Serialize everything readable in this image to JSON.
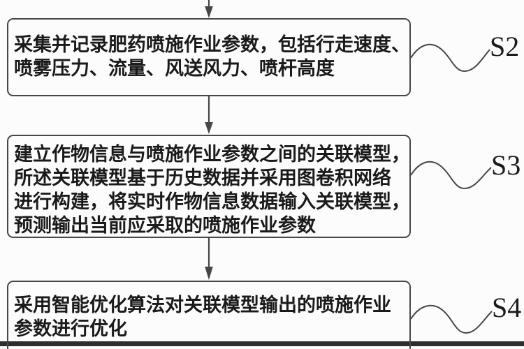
{
  "colors": {
    "background": "#fcfcfc",
    "line": "#474747",
    "text": "#1a1a1a"
  },
  "steps": [
    {
      "label": "S2",
      "lines": [
        "采集并记录肥药喷施作业参数，包括行走速度、",
        "喷雾压力、流量、风送风力、喷杆高度"
      ]
    },
    {
      "label": "S3",
      "lines": [
        "建立作物信息与喷施作业参数之间的关联模型，",
        "所述关联模型基于历史数据并采用图卷积网络",
        "进行构建，将实时作物信息数据输入关联模型，",
        "预测输出当前应采取的喷施作业参数"
      ]
    },
    {
      "label": "S4",
      "lines": [
        "采用智能优化算法对关联模型输出的喷施作业",
        "参数进行优化"
      ]
    }
  ]
}
